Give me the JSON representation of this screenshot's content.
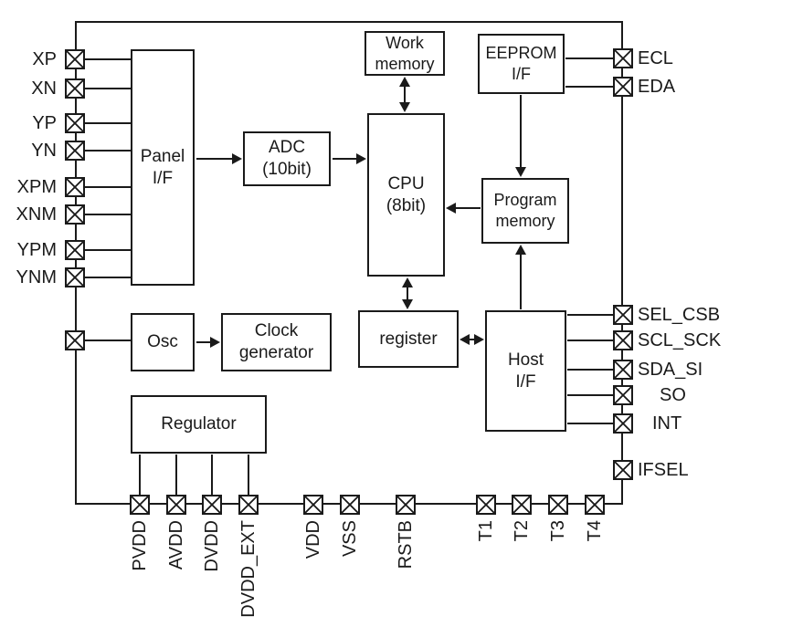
{
  "blocks": {
    "panel_if": {
      "line1": "Panel",
      "line2": "I/F"
    },
    "adc": {
      "line1": "ADC",
      "line2": "(10bit)"
    },
    "cpu": {
      "line1": "CPU",
      "line2": "(8bit)"
    },
    "work_memory": {
      "line1": "Work",
      "line2": "memory"
    },
    "eeprom_if": {
      "line1": "EEPROM",
      "line2": "I/F"
    },
    "program_memory": {
      "line1": "Program",
      "line2": "memory"
    },
    "register": {
      "line1": "register"
    },
    "host_if": {
      "line1": "Host",
      "line2": "I/F"
    },
    "osc": {
      "line1": "Osc"
    },
    "clock_generator": {
      "line1": "Clock",
      "line2": "generator"
    },
    "regulator": {
      "line1": "Regulator"
    }
  },
  "pins": {
    "left": [
      "XP",
      "XN",
      "YP",
      "YN",
      "XPM",
      "XNM",
      "YPM",
      "YNM"
    ],
    "right": [
      "ECL",
      "EDA",
      "SEL_CSB",
      "SCL_SCK",
      "SDA_SI",
      "SO",
      "INT",
      "IFSEL"
    ],
    "bottom": [
      "PVDD",
      "AVDD",
      "DVDD",
      "DVDD_EXT",
      "VDD",
      "VSS",
      "RSTB",
      "T1",
      "T2",
      "T3",
      "T4"
    ]
  },
  "colors": {
    "line": "#1a1a1a",
    "background": "#ffffff"
  }
}
